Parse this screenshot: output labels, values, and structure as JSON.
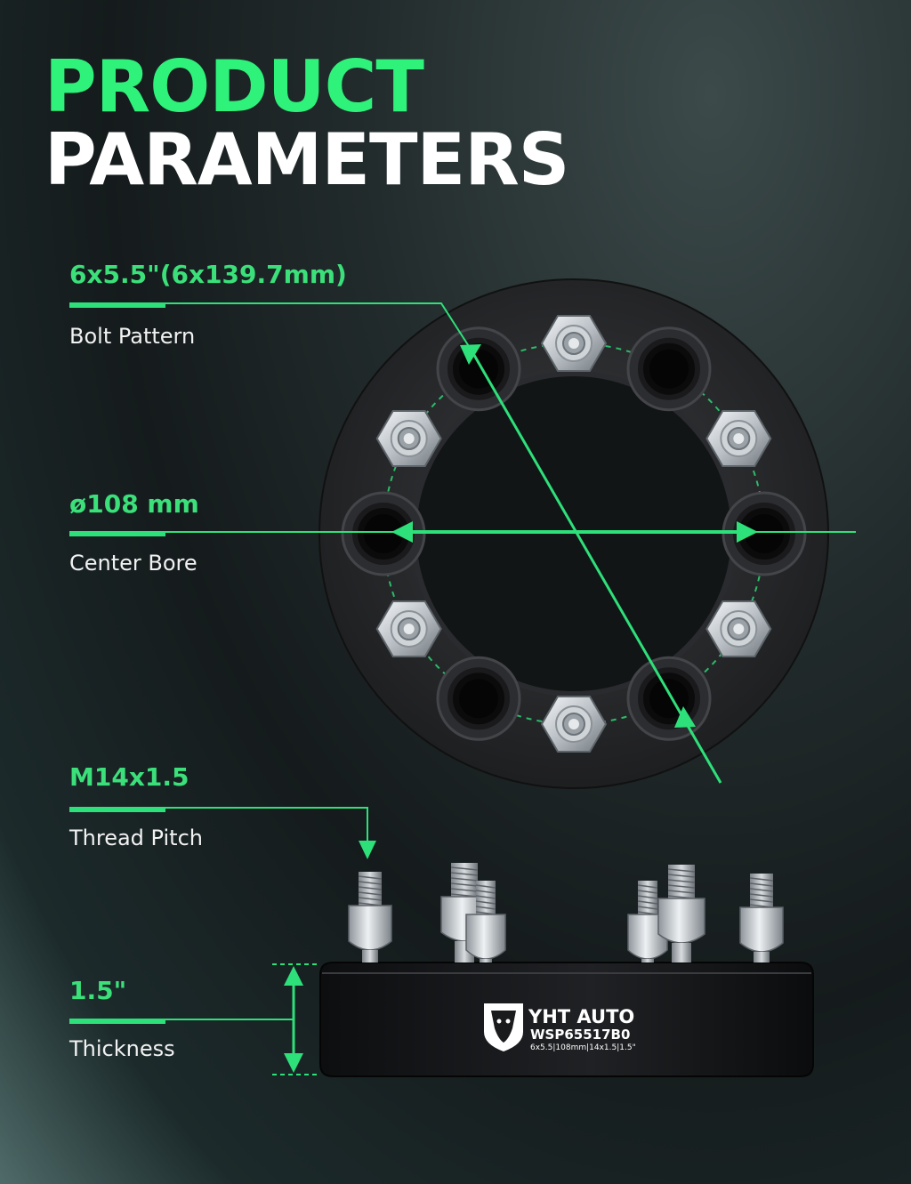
{
  "title": {
    "line1": "PRODUCT",
    "line2": "PARAMETERS"
  },
  "params": [
    {
      "value": "6x5.5\"(6x139.7mm)",
      "label": "Bolt Pattern"
    },
    {
      "value": "ø108 mm",
      "label": "Center Bore"
    },
    {
      "value": "M14x1.5",
      "label": "Thread Pitch"
    },
    {
      "value": "1.5\"",
      "label": "Thickness"
    }
  ],
  "product": {
    "brand": "YHT AUTO",
    "model": "WSP65517B0",
    "spec": "6x5.5|108mm|14x1.5|1.5\""
  },
  "colors": {
    "accent": "#2ef27a",
    "title_secondary": "#ffffff",
    "spacer": "#1c1d1f"
  },
  "icons": {
    "brand_logo": "lion-head-icon"
  }
}
